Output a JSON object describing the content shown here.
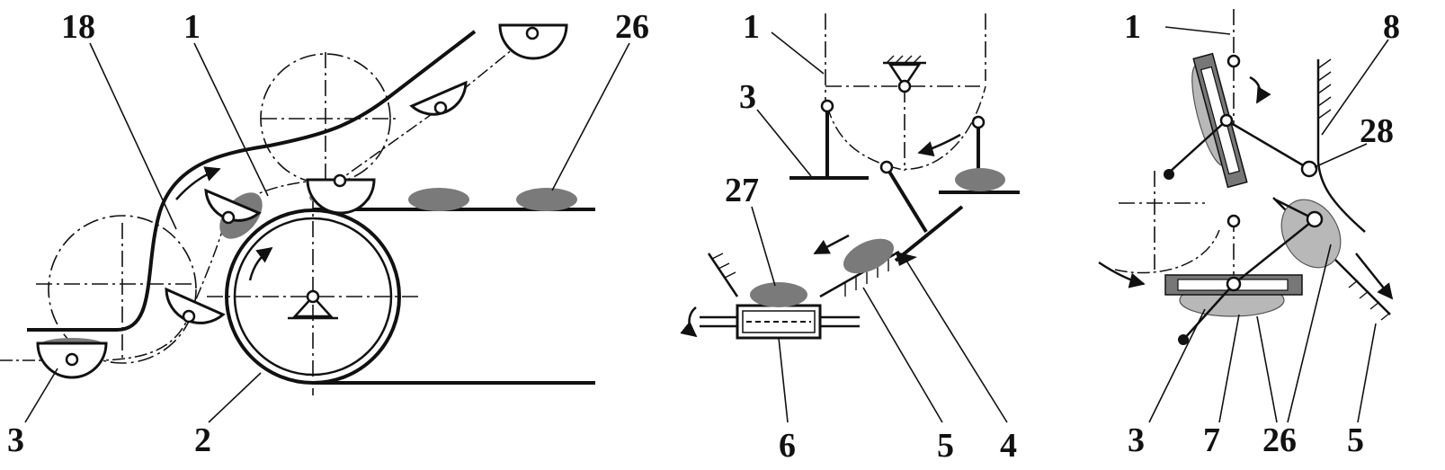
{
  "panels": [
    {
      "id": "panel-a",
      "labels": {
        "l18": "18",
        "l1": "1",
        "l26": "26",
        "l3": "3",
        "l2": "2"
      }
    },
    {
      "id": "panel-b",
      "labels": {
        "l1": "1",
        "l3": "3",
        "l27": "27",
        "l6": "6",
        "l5": "5",
        "l4": "4"
      }
    },
    {
      "id": "panel-c",
      "labels": {
        "l1": "1",
        "l8": "8",
        "l28": "28",
        "l3": "3",
        "l7": "7",
        "l26": "26",
        "l5": "5"
      }
    }
  ]
}
